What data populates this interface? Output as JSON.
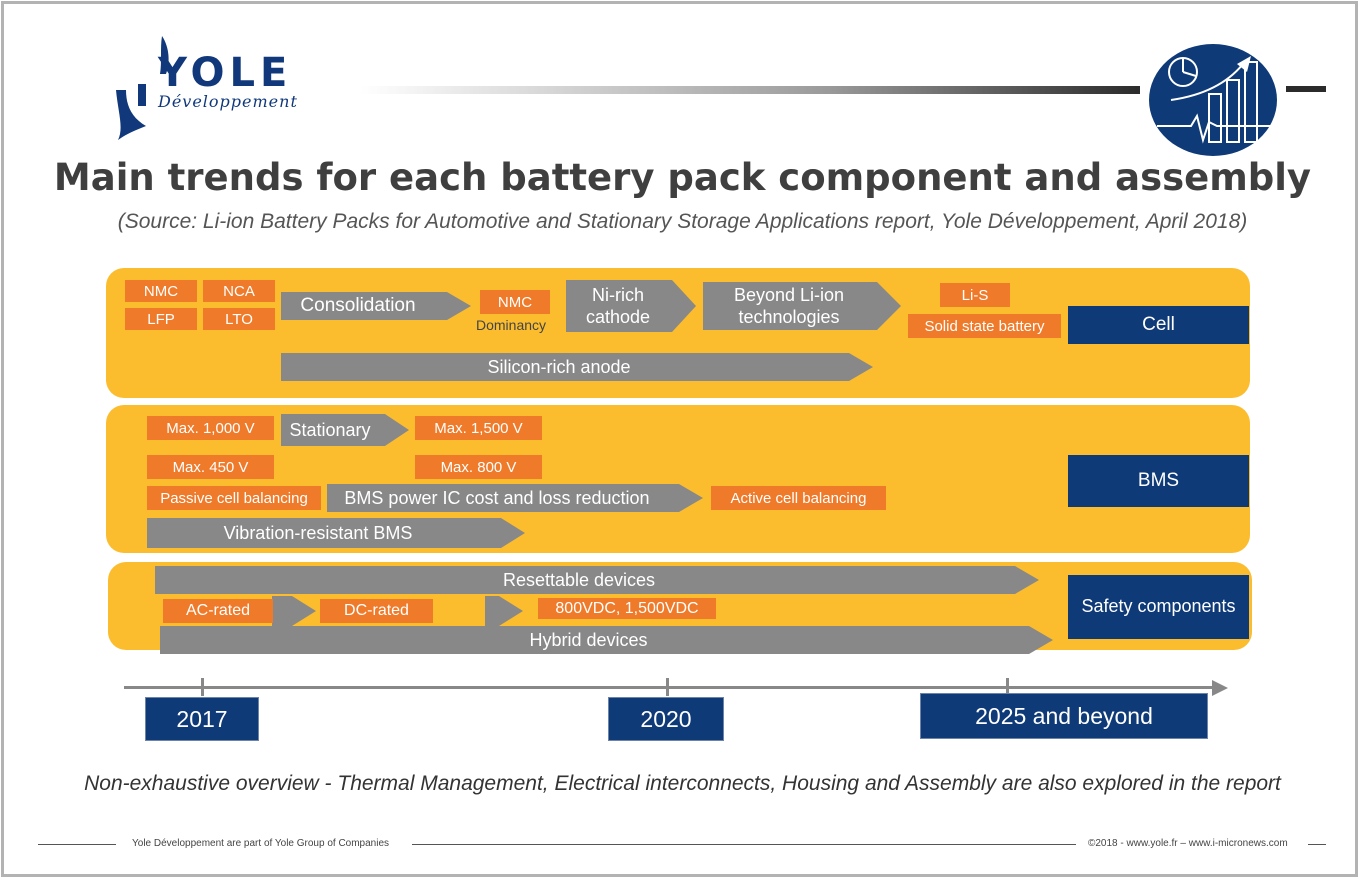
{
  "logo": {
    "brand": "YOLE",
    "tagline": "Développement"
  },
  "header": {
    "title": "Main trends for each battery pack component and assembly",
    "source": "(Source: Li-ion Battery Packs for Automotive and Stationary Storage Applications report, Yole Développement, April 2018)"
  },
  "cell": {
    "label": "Cell",
    "tags": {
      "nmc": "NMC",
      "nca": "NCA",
      "lfp": "LFP",
      "lto": "LTO",
      "nmc2": "NMC",
      "lis": "Li-S",
      "solid": "Solid state battery"
    },
    "dominancy": "Dominancy",
    "arrows": {
      "consolidation": "Consolidation",
      "ni_rich": "Ni-rich cathode",
      "beyond": "Beyond Li-ion technologies",
      "silicon": "Silicon-rich anode"
    }
  },
  "bms": {
    "label": "BMS",
    "tags": {
      "max1000": "Max. 1,000 V",
      "max1500": "Max. 1,500 V",
      "max450": "Max. 450 V",
      "max800": "Max. 800 V",
      "passive": "Passive cell balancing",
      "active": "Active cell balancing"
    },
    "arrows": {
      "stationary": "Stationary",
      "power_ic": "BMS power IC cost and loss reduction",
      "vibration": "Vibration-resistant BMS"
    }
  },
  "safety": {
    "label": "Safety components",
    "tags": {
      "ac": "AC-rated",
      "dc": "DC-rated",
      "vdc": "800VDC, 1,500VDC"
    },
    "arrows": {
      "resettable": "Resettable devices",
      "hybrid": "Hybrid devices"
    }
  },
  "timeline": {
    "y2017": "2017",
    "y2020": "2020",
    "y2025": "2025 and beyond"
  },
  "note": "Non-exhaustive overview - Thermal Management, Electrical interconnects, Housing and Assembly are also explored in the report",
  "footer": {
    "left": "Yole Développement are part of Yole Group of Companies",
    "right": "©2018 - www.yole.fr – www.i-micronews.com"
  },
  "colors": {
    "navy": "#0f3a78",
    "band": "#fbbd2e",
    "tag": "#ef7a2a",
    "arrow": "#888888"
  },
  "icons": [
    "yole-logo-icon",
    "growth-chart-icon"
  ]
}
